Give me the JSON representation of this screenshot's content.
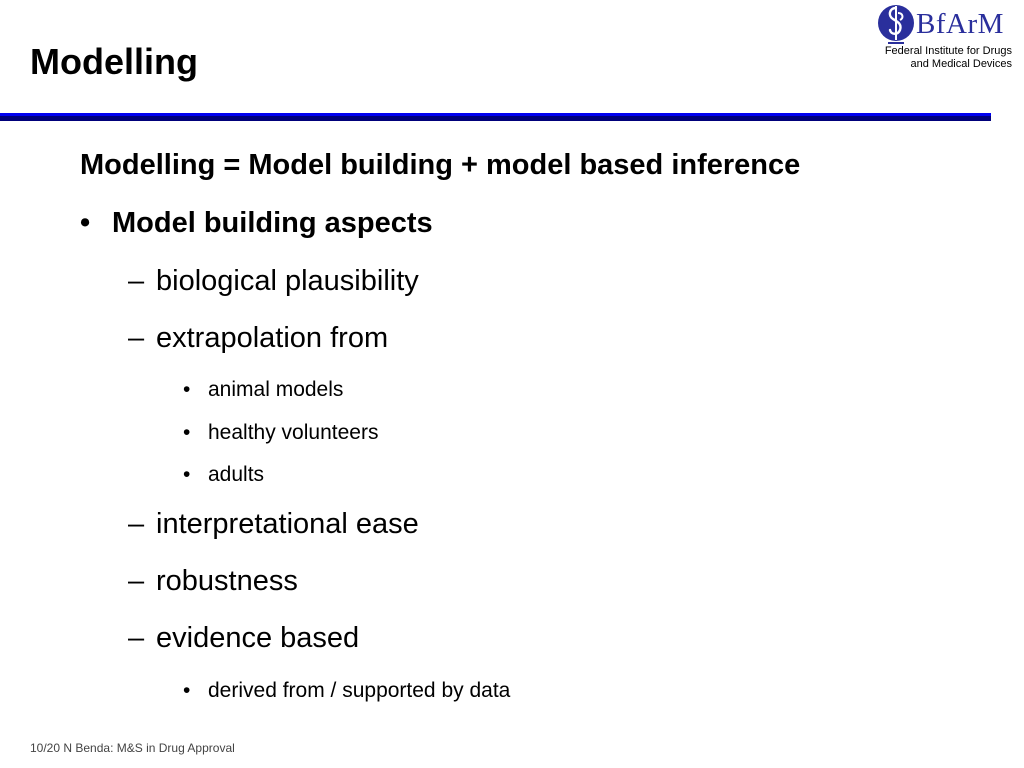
{
  "slide": {
    "title": "Modelling",
    "headline": "Modelling = Model building + model based inference",
    "bullets": [
      {
        "marker": "•",
        "text": "Model building aspects"
      },
      {
        "marker": "–",
        "text": "biological plausibility"
      },
      {
        "marker": "–",
        "text": "extrapolation from"
      },
      {
        "marker": "•",
        "text": "animal models"
      },
      {
        "marker": "•",
        "text": "healthy volunteers"
      },
      {
        "marker": "•",
        "text": "adults"
      },
      {
        "marker": "–",
        "text": "interpretational ease"
      },
      {
        "marker": "–",
        "text": "robustness"
      },
      {
        "marker": "–",
        "text": "evidence based"
      },
      {
        "marker": "•",
        "text": "derived from / supported by data"
      }
    ]
  },
  "logo": {
    "word": "BfArM",
    "subtitle_line1": "Federal Institute for Drugs",
    "subtitle_line2": "and Medical Devices",
    "color": "#2a2f9c"
  },
  "rule_colors": {
    "top": "#0000f0",
    "bottom": "#00007a"
  },
  "footer": {
    "text": "10/20 N Benda: M&S in Drug Approval"
  }
}
